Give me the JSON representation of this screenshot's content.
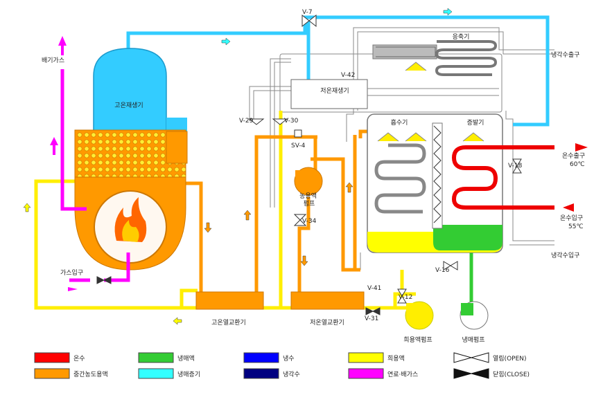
{
  "labels": {
    "exhaust_gas": "배기가스",
    "high_temp_generator": "고온재생기",
    "gas_inlet": "가스입구",
    "v7": "V-7",
    "v42": "V-42",
    "condenser": "응축기",
    "cooling_water_outlet": "냉각수출구",
    "low_temp_generator": "저온재생기",
    "v29": "V-29",
    "v30": "V-30",
    "sv4": "SV-4",
    "absorber": "흡수기",
    "evaporator": "증발기",
    "hot_water_outlet": "온수출구",
    "hot_water_outlet_temp": "60℃",
    "hot_water_inlet": "온수입구",
    "hot_water_inlet_temp": "55℃",
    "v18": "V-18",
    "conc_pump": "농용액\n펌프",
    "v34": "V-34",
    "cooling_water_inlet": "냉각수입구",
    "v16": "V-16",
    "v41": "V-41",
    "v12": "V-12",
    "v31": "V-31",
    "high_temp_hx": "고온열교환기",
    "low_temp_hx": "저온열교환기",
    "dilute_pump": "희용액펌프",
    "refrigerant_pump": "냉매펌프"
  },
  "legend": [
    {
      "label": "온수",
      "color": "#ff0000"
    },
    {
      "label": "중간농도용액",
      "color": "#ff9900"
    },
    {
      "label": "냉매액",
      "color": "#33cc33"
    },
    {
      "label": "냉매증기",
      "color": "#33ffff"
    },
    {
      "label": "냉수",
      "color": "#0000ff"
    },
    {
      "label": "냉각수",
      "color": "#000080"
    },
    {
      "label": "희용액",
      "color": "#ffff00"
    },
    {
      "label": "연료·배가스",
      "color": "#ff00ff"
    }
  ],
  "valve_legend": [
    {
      "label": "열림(OPEN)",
      "state": "open"
    },
    {
      "label": "닫힘(CLOSE)",
      "state": "close"
    }
  ]
}
